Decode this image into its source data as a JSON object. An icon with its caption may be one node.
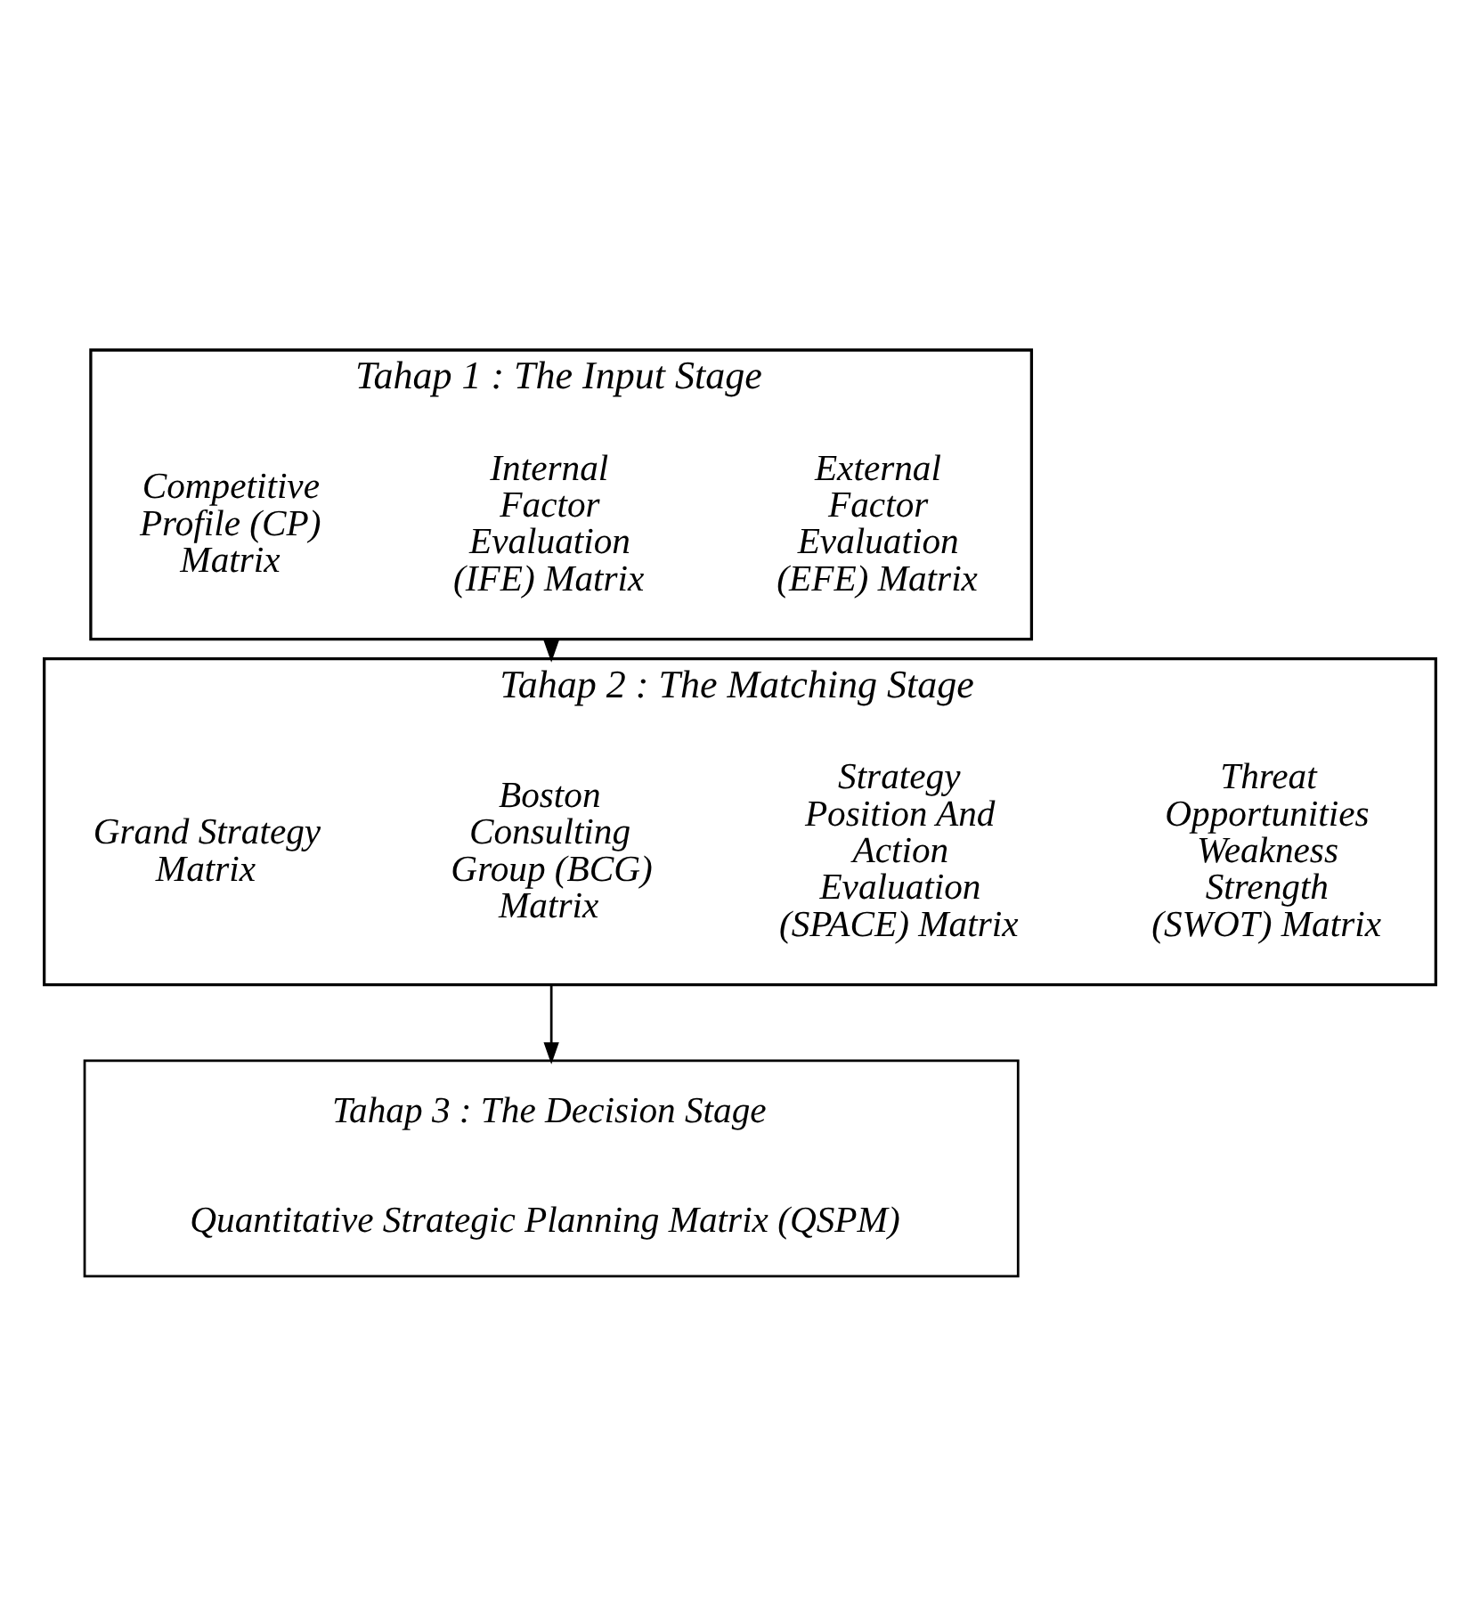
{
  "diagram": {
    "nodes": [
      {
        "text": [
          "Tahap 1 : The Input Stage"
        ]
      },
      {
        "text": [
          "External Factor Evaluation (EFE) Matrix"
        ],
        "in": 0
      },
      {
        "text": [
          "Internal Factor Evaluation (IFE) Matrix"
        ],
        "in": 0
      },
      {
        "text": [
          "Competitive Profile (CP) Matrix"
        ],
        "in": 0
      },
      {
        "text": [
          "Tahap 2 : The Matching Stage"
        ]
      },
      {
        "text": [
          "Threat Opportunities Weakness Strength (SWOT) Matrix"
        ],
        "in": 4
      },
      {
        "text": [
          "Strategy Position And Action Evaluation (SPACE) Matrix"
        ],
        "in": 4
      },
      {
        "text": [
          "Boston Consulting Group (BCG) Matrix"
        ],
        "in": 4
      },
      {
        "text": [
          "Grand Strategy Matrix"
        ],
        "in": 4
      },
      {
        "text": [
          "Tahap 3 : The Decision Stage",
          "Quantitative Strategic Planning Matrix (QSPM)"
        ]
      }
    ],
    "edges": [
      {
        "from": 0,
        "to": 4,
        "arrow": "to"
      },
      {
        "from": 4,
        "to": 9,
        "arrow": "to"
      }
    ]
  }
}
